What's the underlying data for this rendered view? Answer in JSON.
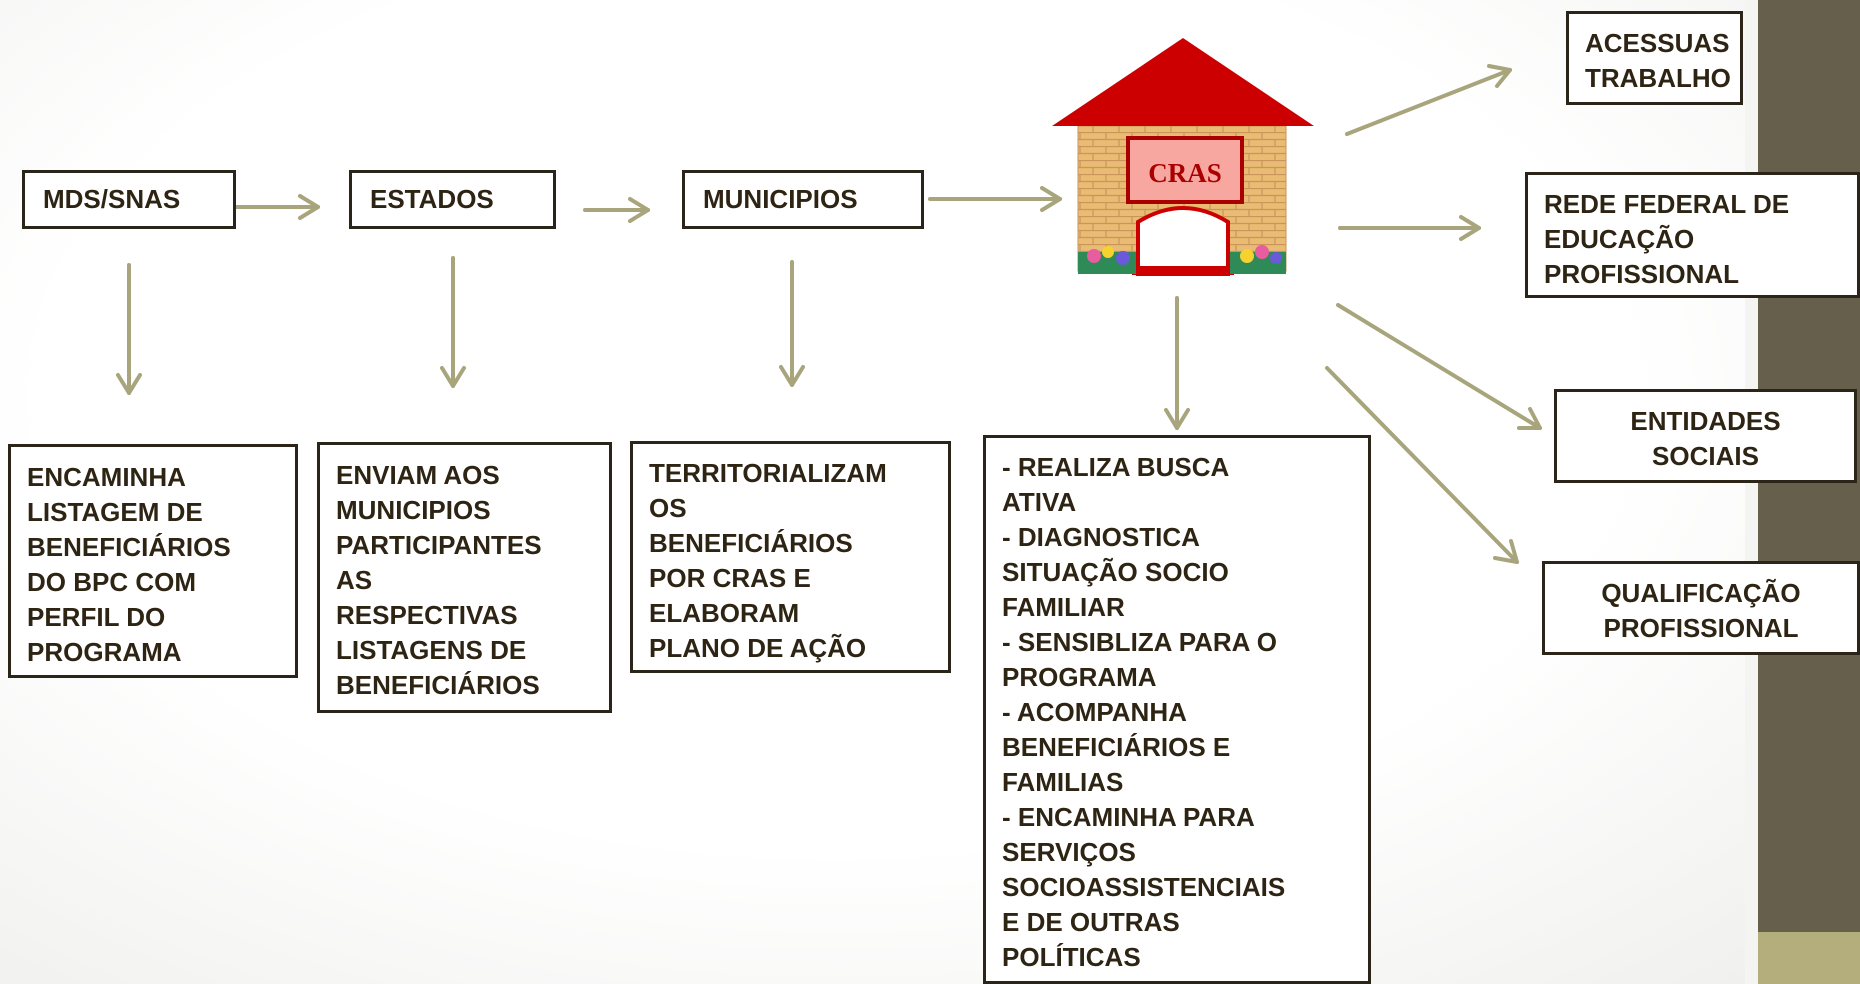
{
  "flow": {
    "mds": "MDS/SNAS",
    "estados": "ESTADOS",
    "municipios": "MUNICIPIOS",
    "cras_sign": "CRAS"
  },
  "details": {
    "mds": "ENCAMINHA\nLISTAGEM  DE\nBENEFICIÁRIOS\nDO BPC COM\nPERFIL DO\nPROGRAMA",
    "estados": "ENVIAM AOS\nMUNICIPIOS\nPARTICIPANTES\nAS\nRESPECTIVAS\nLISTAGENS DE\nBENEFICIÁRIOS",
    "municipios": "TERRITORIALIZAM\nOS\nBENEFICIÁRIOS\nPOR CRAS  E\nELABORAM\nPLANO DE AÇÃO",
    "cras": "- REALIZA BUSCA\nATIVA\n- DIAGNOSTICA\nSITUAÇÃO SOCIO\nFAMILIAR\n- SENSIBLIZA PARA O\nPROGRAMA\n- ACOMPANHA\nBENEFICIÁRIOS E\nFAMILIAS\n- ENCAMINHA  PARA\nSERVIÇOS\nSOCIOASSISTENCIAIS\nE  DE OUTRAS\nPOLÍTICAS"
  },
  "partners": {
    "acessuas": "ACESSUAS\nTRABALHO",
    "rede_federal": "REDE FEDERAL DE\nEDUCAÇÃO\nPROFISSIONAL",
    "entidades": "ENTIDADES\nSOCIAIS",
    "qualificacao": "QUALIFICAÇÃO\nPROFISSIONAL"
  },
  "colors": {
    "arrow": "#a8a47c",
    "box_border": "#2b2419",
    "text": "#2e2414",
    "roof": "#cc0000",
    "brick": "#e9bb73",
    "side_dark": "#665f4b",
    "side_light": "#b4ae7d"
  },
  "icons": {
    "building": "cras-house-icon"
  }
}
